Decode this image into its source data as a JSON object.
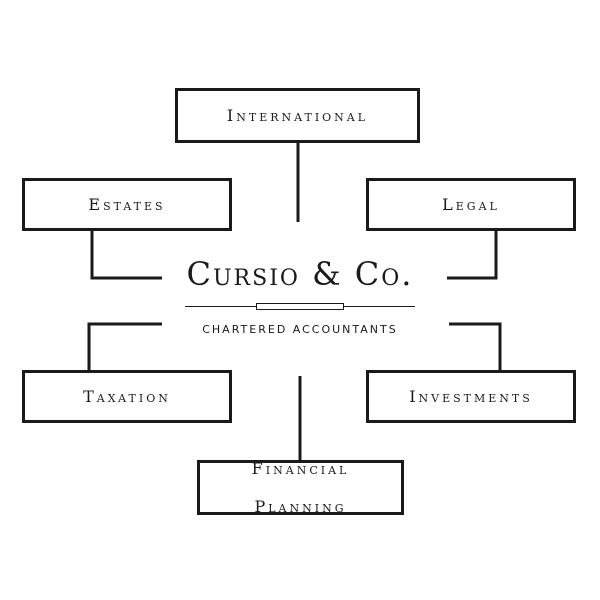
{
  "logo": {
    "title": "Cursio & Co.",
    "subtitle": "CHARTERED ACCOUNTANTS"
  },
  "boxes": {
    "international": "International",
    "estates": "Estates",
    "legal": "Legal",
    "taxation": "Taxation",
    "investments": "Investments",
    "financial_planning_line1": "Financial",
    "financial_planning_line2": "Planning"
  },
  "colors": {
    "ink": "#1a1a1a",
    "background": "#ffffff"
  }
}
